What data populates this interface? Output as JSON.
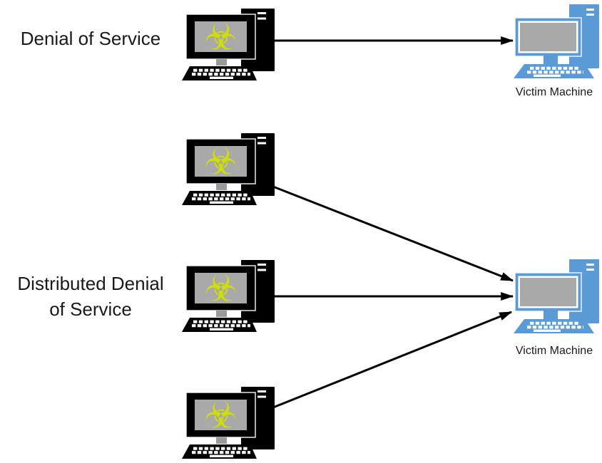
{
  "sections": [
    {
      "label": "Denial of Service",
      "attacker_count": 1,
      "attacker_screen_icon": "biohazard",
      "victim": {
        "label": "Victim Machine"
      }
    },
    {
      "label_line1": "Distributed Denial",
      "label_line2": "of Service",
      "attacker_count": 3,
      "attacker_screen_icon": "biohazard",
      "victim": {
        "label": "Victim Machine"
      }
    }
  ],
  "icons": {
    "biohazard_icon": "☣"
  },
  "colors": {
    "attacker_machine": "#000000",
    "victim_machine": "#5b9bd5",
    "screen": "#a9a9a9",
    "biohazard": "#cfe000",
    "label_text": "#1a1a1a",
    "arrow": "#000000"
  }
}
